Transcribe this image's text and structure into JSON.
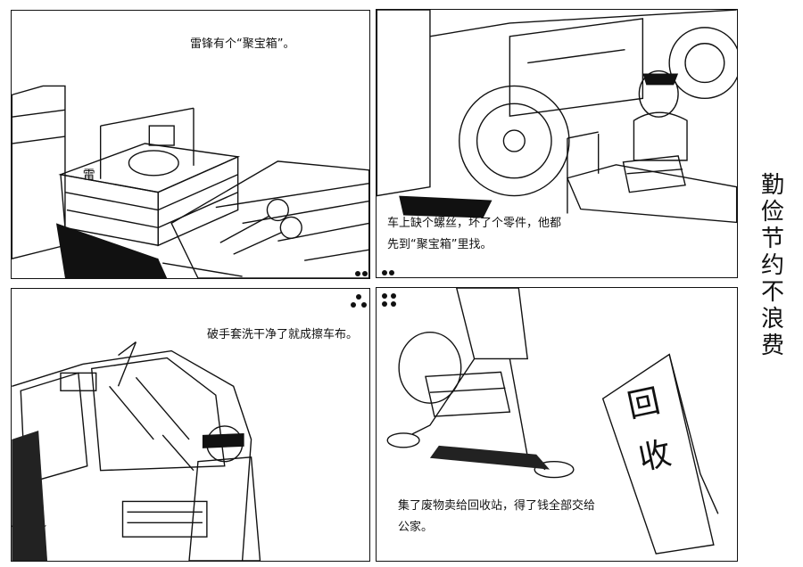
{
  "title": [
    "勤",
    "俭",
    "节",
    "约",
    "不",
    "浪",
    "费"
  ],
  "panels": [
    {
      "caption": [
        "雷锋有个“聚宝箱”。"
      ]
    },
    {
      "caption": [
        "车上缺个螺丝，坏了个零件，他都",
        "先到“聚宝箱”里找。"
      ]
    },
    {
      "caption": [
        "破手套洗干净了就成擦车布。"
      ]
    },
    {
      "caption": [
        "集了废物卖给回收站，得了钱全部交给",
        "公家。"
      ],
      "sign": "回收"
    }
  ]
}
